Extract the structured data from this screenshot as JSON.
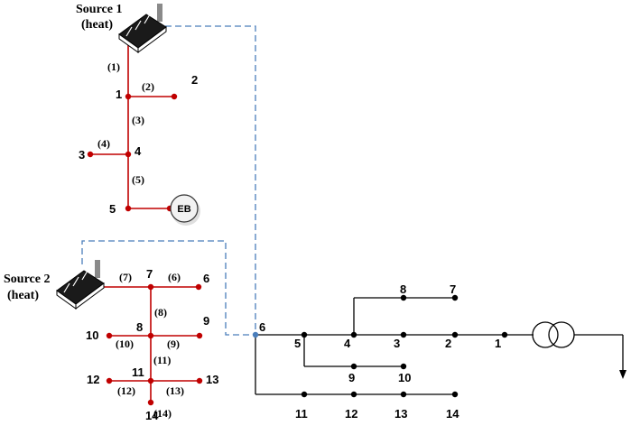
{
  "sources": [
    {
      "line1": "Source 1",
      "line2": "(heat)"
    },
    {
      "line1": "Source 2",
      "line2": "(heat)"
    }
  ],
  "eb_label": "EB",
  "heat_net1": {
    "nodes": [
      "1",
      "2",
      "3",
      "4",
      "5"
    ],
    "pipes": [
      "(1)",
      "(2)",
      "(3)",
      "(4)",
      "(5)"
    ]
  },
  "heat_net2": {
    "nodes": [
      "6",
      "7",
      "8",
      "9",
      "10",
      "11",
      "12",
      "13",
      "14"
    ],
    "pipes": [
      "(6)",
      "(7)",
      "(8)",
      "(9)",
      "(10)",
      "(11)",
      "(12)",
      "(13)",
      "(14)"
    ]
  },
  "power_net": {
    "nodes": [
      "1",
      "2",
      "3",
      "4",
      "5",
      "6",
      "7",
      "8",
      "9",
      "10",
      "11",
      "12",
      "13",
      "14"
    ]
  },
  "colors": {
    "heat_line": "#c00000",
    "heat_node": "#c00000",
    "power_line": "#000000",
    "link_dashed": "#4a7ebb",
    "eb_fill": "#f2f2f2"
  }
}
